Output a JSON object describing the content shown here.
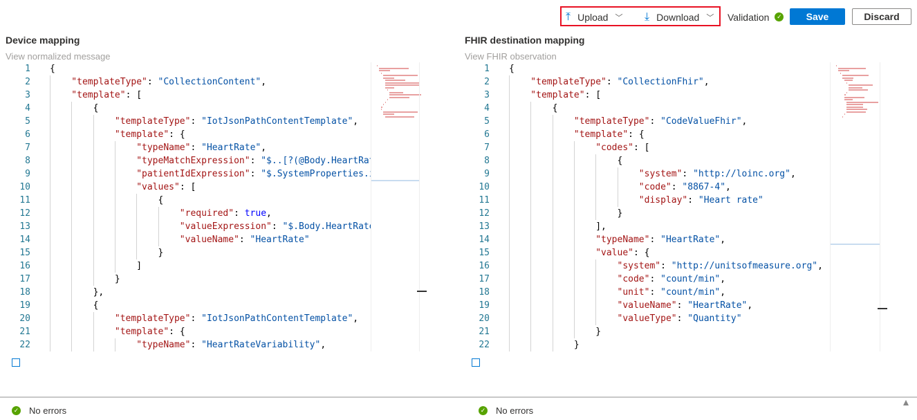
{
  "toolbar": {
    "upload": "Upload",
    "download": "Download",
    "validation": "Validation",
    "save": "Save",
    "discard": "Discard"
  },
  "colors": {
    "accent": "#0078d4",
    "ok": "#57a300",
    "highlight": "#e81123"
  },
  "left": {
    "title": "Device mapping",
    "link": "View normalized message",
    "status": "No errors",
    "lines": [
      [
        0,
        [
          [
            "p",
            "{"
          ]
        ]
      ],
      [
        1,
        [
          [
            "k",
            "\"templateType\""
          ],
          [
            "p",
            ": "
          ],
          [
            "s",
            "\"CollectionContent\""
          ],
          [
            "p",
            ","
          ]
        ]
      ],
      [
        1,
        [
          [
            "k",
            "\"template\""
          ],
          [
            "p",
            ": ["
          ]
        ]
      ],
      [
        2,
        [
          [
            "p",
            "{"
          ]
        ]
      ],
      [
        3,
        [
          [
            "k",
            "\"templateType\""
          ],
          [
            "p",
            ": "
          ],
          [
            "s",
            "\"IotJsonPathContentTemplate\""
          ],
          [
            "p",
            ","
          ]
        ]
      ],
      [
        3,
        [
          [
            "k",
            "\"template\""
          ],
          [
            "p",
            ": {"
          ]
        ]
      ],
      [
        4,
        [
          [
            "k",
            "\"typeName\""
          ],
          [
            "p",
            ": "
          ],
          [
            "s",
            "\"HeartRate\""
          ],
          [
            "p",
            ","
          ]
        ]
      ],
      [
        4,
        [
          [
            "k",
            "\"typeMatchExpression\""
          ],
          [
            "p",
            ": "
          ],
          [
            "s",
            "\"$..[?(@Body.HeartRate)]\""
          ],
          [
            "p",
            ","
          ]
        ]
      ],
      [
        4,
        [
          [
            "k",
            "\"patientIdExpression\""
          ],
          [
            "p",
            ": "
          ],
          [
            "s",
            "\"$.SystemProperties.iothub-connection-device-id\""
          ],
          [
            "p",
            ","
          ]
        ]
      ],
      [
        4,
        [
          [
            "k",
            "\"values\""
          ],
          [
            "p",
            ": ["
          ]
        ]
      ],
      [
        5,
        [
          [
            "p",
            "{"
          ]
        ]
      ],
      [
        6,
        [
          [
            "k",
            "\"required\""
          ],
          [
            "p",
            ": "
          ],
          [
            "b",
            "true"
          ],
          [
            "p",
            ","
          ]
        ]
      ],
      [
        6,
        [
          [
            "k",
            "\"valueExpression\""
          ],
          [
            "p",
            ": "
          ],
          [
            "s",
            "\"$.Body.HeartRate\""
          ],
          [
            "p",
            ","
          ]
        ]
      ],
      [
        6,
        [
          [
            "k",
            "\"valueName\""
          ],
          [
            "p",
            ": "
          ],
          [
            "s",
            "\"HeartRate\""
          ]
        ]
      ],
      [
        5,
        [
          [
            "p",
            "}"
          ]
        ]
      ],
      [
        4,
        [
          [
            "p",
            "]"
          ]
        ]
      ],
      [
        3,
        [
          [
            "p",
            "}"
          ]
        ]
      ],
      [
        2,
        [
          [
            "p",
            "},"
          ]
        ]
      ],
      [
        2,
        [
          [
            "p",
            "{"
          ]
        ]
      ],
      [
        3,
        [
          [
            "k",
            "\"templateType\""
          ],
          [
            "p",
            ": "
          ],
          [
            "s",
            "\"IotJsonPathContentTemplate\""
          ],
          [
            "p",
            ","
          ]
        ]
      ],
      [
        3,
        [
          [
            "k",
            "\"template\""
          ],
          [
            "p",
            ": {"
          ]
        ]
      ],
      [
        4,
        [
          [
            "k",
            "\"typeName\""
          ],
          [
            "p",
            ": "
          ],
          [
            "s",
            "\"HeartRateVariability\""
          ],
          [
            "p",
            ","
          ]
        ]
      ]
    ]
  },
  "right": {
    "title": "FHIR destination mapping",
    "link": "View FHIR observation",
    "status": "No errors",
    "lines": [
      [
        0,
        [
          [
            "p",
            "{"
          ]
        ]
      ],
      [
        1,
        [
          [
            "k",
            "\"templateType\""
          ],
          [
            "p",
            ": "
          ],
          [
            "s",
            "\"CollectionFhir\""
          ],
          [
            "p",
            ","
          ]
        ]
      ],
      [
        1,
        [
          [
            "k",
            "\"template\""
          ],
          [
            "p",
            ": ["
          ]
        ]
      ],
      [
        2,
        [
          [
            "p",
            "{"
          ]
        ]
      ],
      [
        3,
        [
          [
            "k",
            "\"templateType\""
          ],
          [
            "p",
            ": "
          ],
          [
            "s",
            "\"CodeValueFhir\""
          ],
          [
            "p",
            ","
          ]
        ]
      ],
      [
        3,
        [
          [
            "k",
            "\"template\""
          ],
          [
            "p",
            ": {"
          ]
        ]
      ],
      [
        4,
        [
          [
            "k",
            "\"codes\""
          ],
          [
            "p",
            ": ["
          ]
        ]
      ],
      [
        5,
        [
          [
            "p",
            "{"
          ]
        ]
      ],
      [
        6,
        [
          [
            "k",
            "\"system\""
          ],
          [
            "p",
            ": "
          ],
          [
            "s",
            "\"http://loinc.org\""
          ],
          [
            "p",
            ","
          ]
        ]
      ],
      [
        6,
        [
          [
            "k",
            "\"code\""
          ],
          [
            "p",
            ": "
          ],
          [
            "s",
            "\"8867-4\""
          ],
          [
            "p",
            ","
          ]
        ]
      ],
      [
        6,
        [
          [
            "k",
            "\"display\""
          ],
          [
            "p",
            ": "
          ],
          [
            "s",
            "\"Heart rate\""
          ]
        ]
      ],
      [
        5,
        [
          [
            "p",
            "}"
          ]
        ]
      ],
      [
        4,
        [
          [
            "p",
            "],"
          ]
        ]
      ],
      [
        4,
        [
          [
            "k",
            "\"typeName\""
          ],
          [
            "p",
            ": "
          ],
          [
            "s",
            "\"HeartRate\""
          ],
          [
            "p",
            ","
          ]
        ]
      ],
      [
        4,
        [
          [
            "k",
            "\"value\""
          ],
          [
            "p",
            ": {"
          ]
        ]
      ],
      [
        5,
        [
          [
            "k",
            "\"system\""
          ],
          [
            "p",
            ": "
          ],
          [
            "s",
            "\"http://unitsofmeasure.org\""
          ],
          [
            "p",
            ","
          ]
        ]
      ],
      [
        5,
        [
          [
            "k",
            "\"code\""
          ],
          [
            "p",
            ": "
          ],
          [
            "s",
            "\"count/min\""
          ],
          [
            "p",
            ","
          ]
        ]
      ],
      [
        5,
        [
          [
            "k",
            "\"unit\""
          ],
          [
            "p",
            ": "
          ],
          [
            "s",
            "\"count/min\""
          ],
          [
            "p",
            ","
          ]
        ]
      ],
      [
        5,
        [
          [
            "k",
            "\"valueName\""
          ],
          [
            "p",
            ": "
          ],
          [
            "s",
            "\"HeartRate\""
          ],
          [
            "p",
            ","
          ]
        ]
      ],
      [
        5,
        [
          [
            "k",
            "\"valueType\""
          ],
          [
            "p",
            ": "
          ],
          [
            "s",
            "\"Quantity\""
          ]
        ]
      ],
      [
        4,
        [
          [
            "p",
            "}"
          ]
        ]
      ],
      [
        3,
        [
          [
            "p",
            "}"
          ]
        ]
      ]
    ]
  }
}
